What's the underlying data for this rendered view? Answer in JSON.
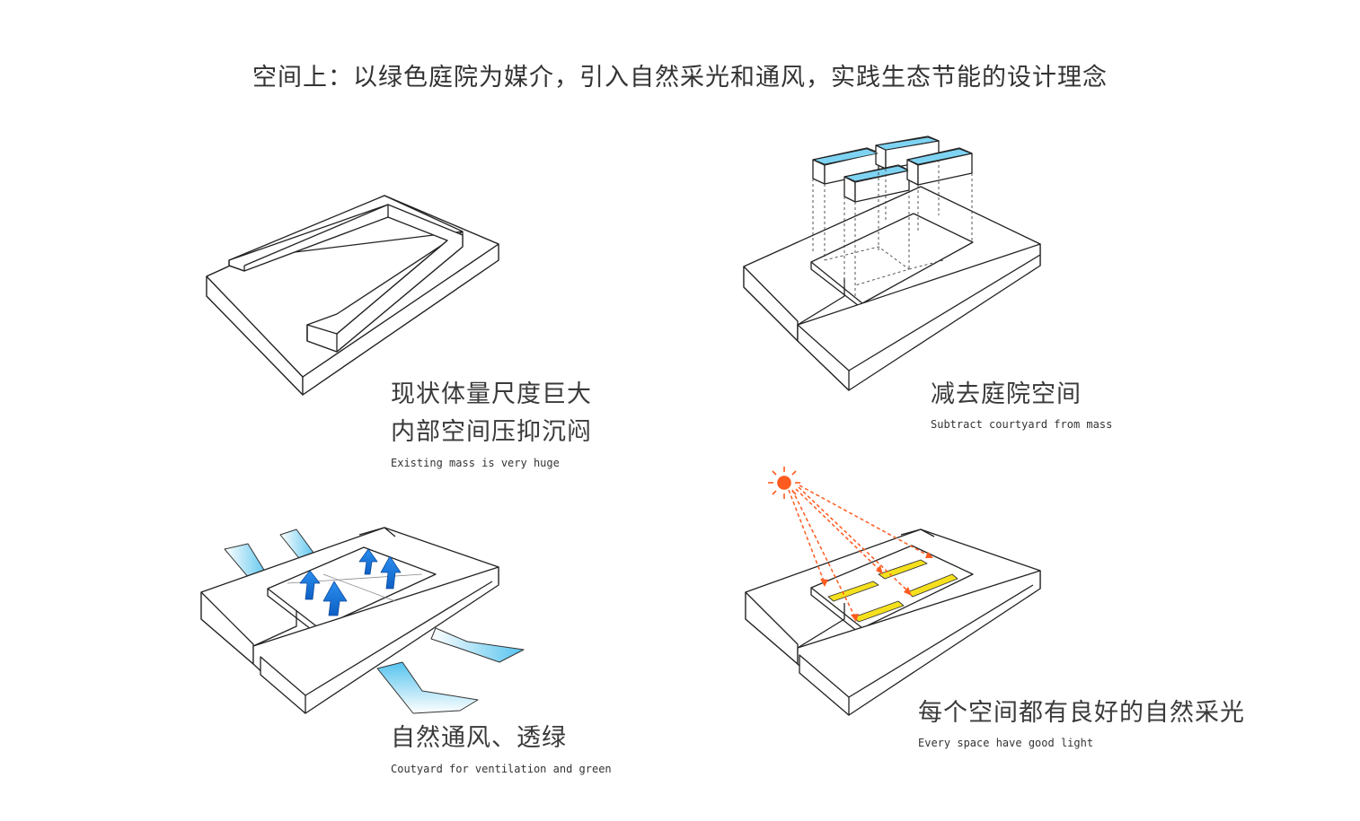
{
  "title": "空间上：以绿色庭院为媒介，引入自然采光和通风，实践生态节能的设计理念",
  "panels": [
    {
      "cn_line1": "现状体量尺度巨大",
      "cn_line2": "内部空间压抑沉闷",
      "en": "Existing mass is very huge"
    },
    {
      "cn_line1": "减去庭院空间",
      "en": "Subtract courtyard from mass"
    },
    {
      "cn_line1": "自然通风、透绿",
      "en": "Coutyard for ventilation and green"
    },
    {
      "cn_line1": "每个空间都有良好的自然采光",
      "en": "Every space have good light"
    }
  ],
  "colors": {
    "glass": "#7fd3f2",
    "arrow_blue": "#1e88e5",
    "sun": "#ff5a1f",
    "light_yellow": "#f5e01e",
    "line": "#222222"
  }
}
